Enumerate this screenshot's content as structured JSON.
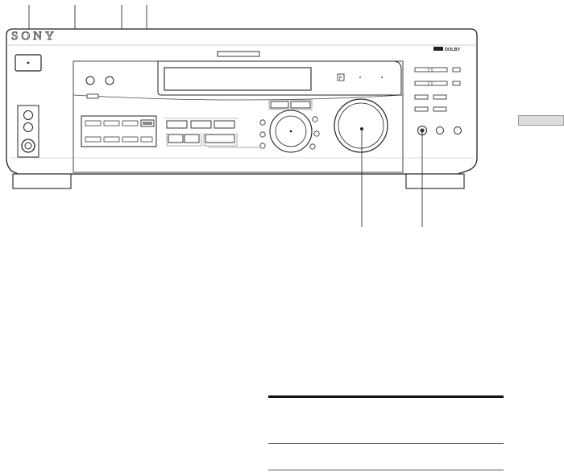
{
  "receiver": {
    "brand": "SONY",
    "display_indicator": "F",
    "format_logo_text": "DOLBY"
  }
}
